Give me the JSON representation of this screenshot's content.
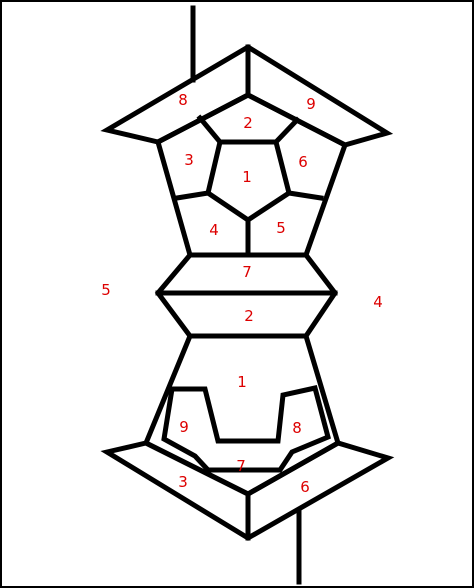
{
  "colors": {
    "background": "#ffffff",
    "lines": "#000000",
    "labels": "#dd0000"
  },
  "labels": {
    "top_8": "8",
    "top_9": "9",
    "top_2": "2",
    "top_3": "3",
    "top_1": "1",
    "top_6": "6",
    "top_4": "4",
    "top_5": "5",
    "mid_7": "7",
    "mid_2": "2",
    "outer_left_5": "5",
    "outer_right_4": "4",
    "bottom_1": "1",
    "bottom_9": "9",
    "bottom_8": "8",
    "bottom_7": "7",
    "bottom_3": "3",
    "bottom_6": "6"
  }
}
